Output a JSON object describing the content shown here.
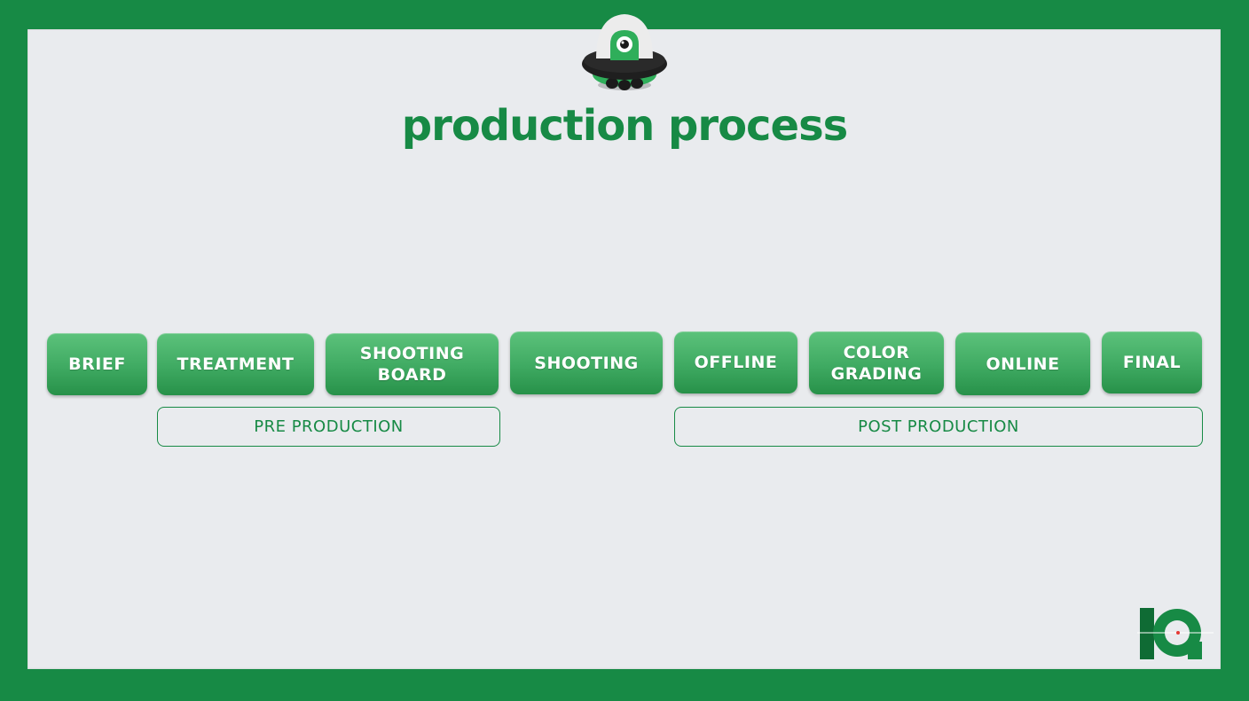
{
  "title": "production process",
  "steps": [
    {
      "label": "BRIEF"
    },
    {
      "label": "TREATMENT"
    },
    {
      "label": "SHOOTING\nBOARD"
    },
    {
      "label": "SHOOTING"
    },
    {
      "label": "OFFLINE"
    },
    {
      "label": "COLOR\nGRADING"
    },
    {
      "label": "ONLINE"
    },
    {
      "label": "FINAL"
    }
  ],
  "phases": [
    {
      "label": "PRE PRODUCTION"
    },
    {
      "label": "POST PRODUCTION"
    }
  ],
  "colors": {
    "brand_green": "#178a45",
    "button_top": "#5cc27b",
    "button_bottom": "#279149",
    "panel_background": "#e9ebee"
  },
  "icons": {
    "mascot": "alien-ufo-icon",
    "badge": "ten-years-logo-icon"
  }
}
